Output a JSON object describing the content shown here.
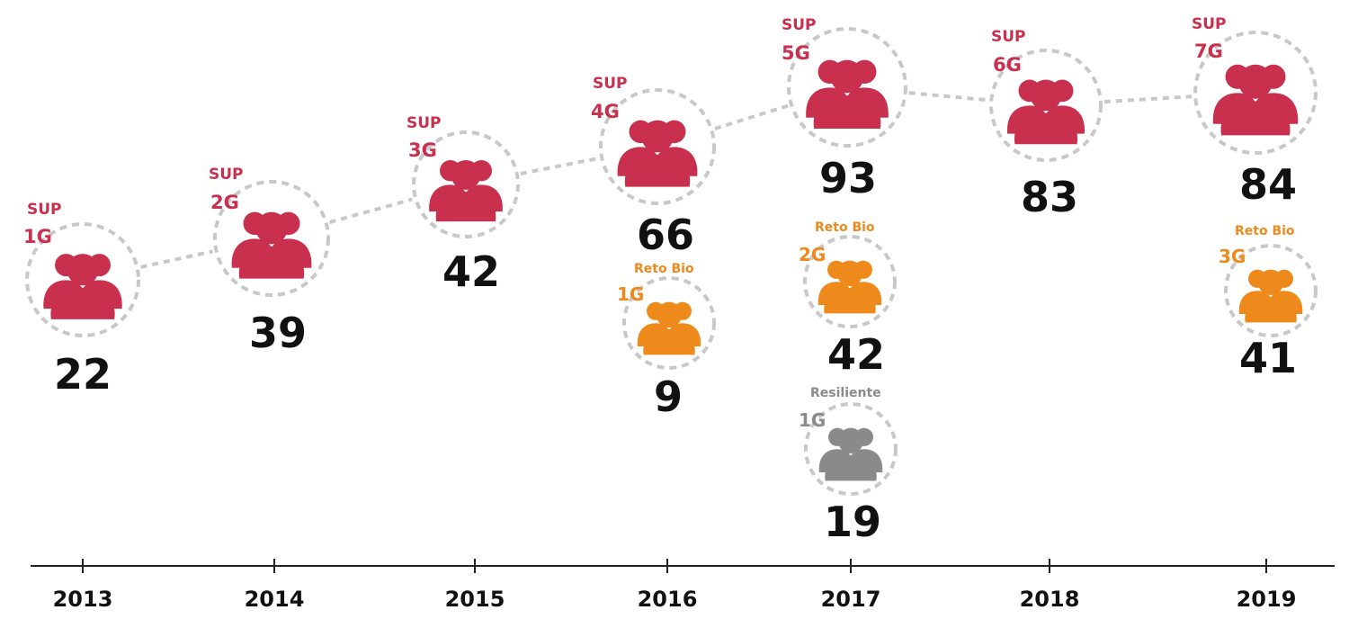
{
  "colors": {
    "sup": "#c8304e",
    "reto_bio": "#ee8a1c",
    "resiliente": "#8a8a8a",
    "connector": "#c8c8c8",
    "axis": "#222222"
  },
  "icon": "group-of-people-icon",
  "years": [
    "2013",
    "2014",
    "2015",
    "2016",
    "2017",
    "2018",
    "2019"
  ],
  "cohorts": [
    {
      "year": "2013",
      "program": "SUP",
      "generation": "1G",
      "participants": "22",
      "kind": "sup"
    },
    {
      "year": "2014",
      "program": "SUP",
      "generation": "2G",
      "participants": "39",
      "kind": "sup"
    },
    {
      "year": "2015",
      "program": "SUP",
      "generation": "3G",
      "participants": "42",
      "kind": "sup"
    },
    {
      "year": "2016",
      "program": "SUP",
      "generation": "4G",
      "participants": "66",
      "kind": "sup"
    },
    {
      "year": "2016",
      "program": "Reto Bio",
      "generation": "1G",
      "participants": "9",
      "kind": "reto_bio"
    },
    {
      "year": "2017",
      "program": "SUP",
      "generation": "5G",
      "participants": "93",
      "kind": "sup"
    },
    {
      "year": "2017",
      "program": "Reto Bio",
      "generation": "2G",
      "participants": "42",
      "kind": "reto_bio"
    },
    {
      "year": "2017",
      "program": "Resiliente",
      "generation": "1G",
      "participants": "19",
      "kind": "resiliente"
    },
    {
      "year": "2018",
      "program": "SUP",
      "generation": "6G",
      "participants": "83",
      "kind": "sup"
    },
    {
      "year": "2019",
      "program": "SUP",
      "generation": "7G",
      "participants": "84",
      "kind": "sup"
    },
    {
      "year": "2019",
      "program": "Reto Bio",
      "generation": "3G",
      "participants": "41",
      "kind": "reto_bio"
    }
  ]
}
